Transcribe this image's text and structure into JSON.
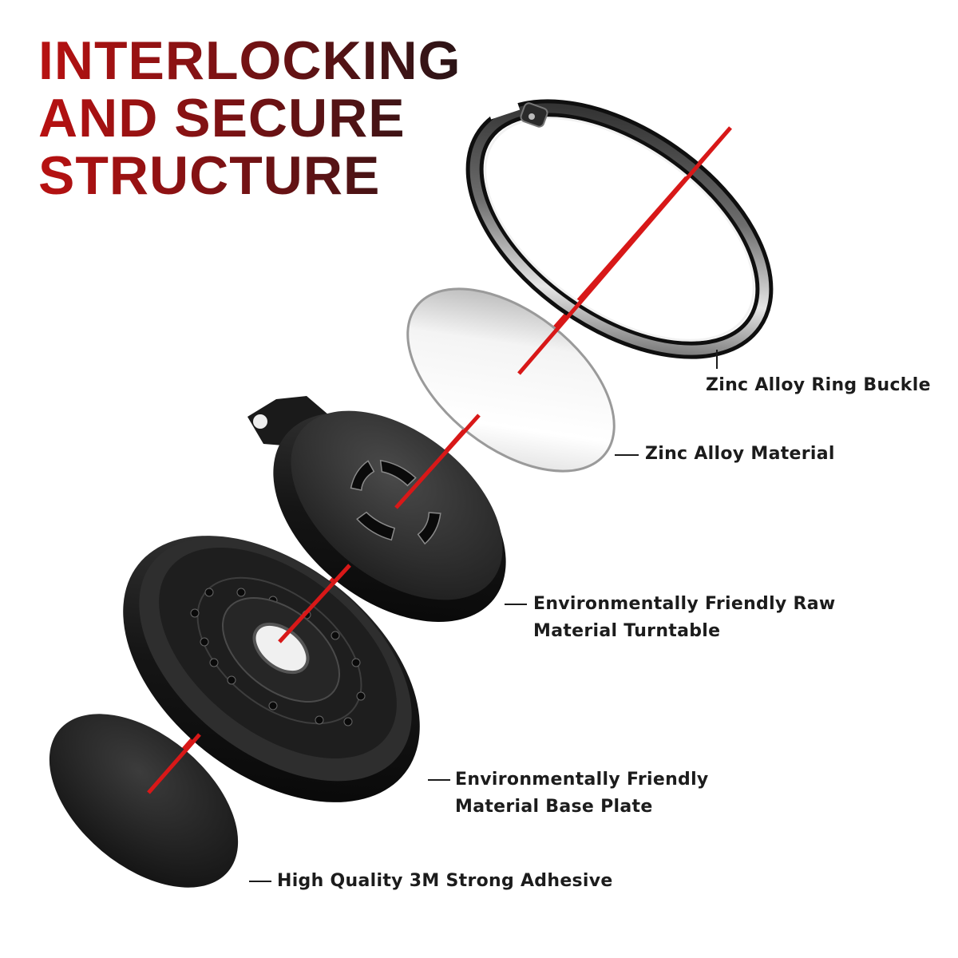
{
  "headline": {
    "line1": "INTERLOCKING",
    "line2": "AND SECURE",
    "line3": "STRUCTURE"
  },
  "callouts": [
    {
      "lines": [
        "Zinc Alloy Ring Buckle"
      ]
    },
    {
      "lines": [
        "Zinc Alloy Material"
      ]
    },
    {
      "lines": [
        "Environmentally Friendly Raw",
        "Material Turntable"
      ]
    },
    {
      "lines": [
        "Environmentally Friendly",
        "Material Base Plate"
      ]
    },
    {
      "lines": [
        "High Quality 3M Strong Adhesive"
      ]
    }
  ],
  "colors": {
    "accent_red": "#d81818",
    "part_black": "#141414",
    "metal_silver": "#c8c8c8"
  }
}
